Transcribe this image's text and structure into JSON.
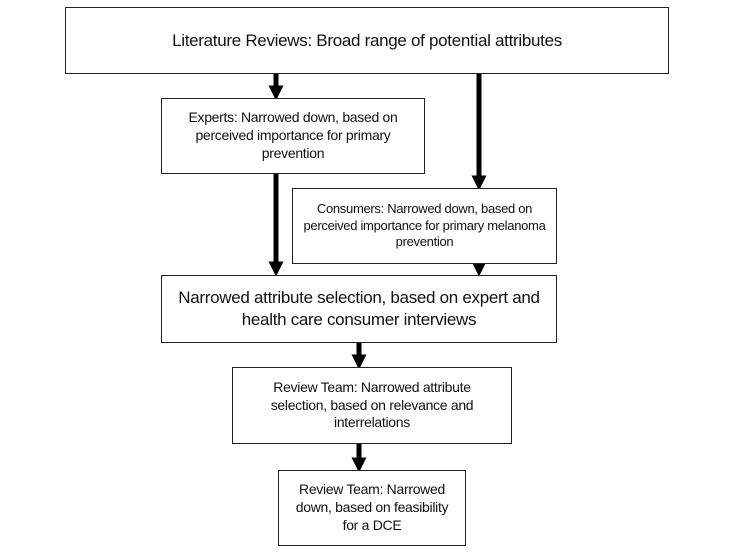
{
  "nodes": {
    "literature": {
      "text": "Literature Reviews: Broad range of potential attributes"
    },
    "experts": {
      "text": "Experts: Narrowed down, based on perceived importance for primary prevention"
    },
    "consumers": {
      "text": "Consumers: Narrowed down, based on perceived importance for primary melanoma prevention"
    },
    "narrowed": {
      "text": "Narrowed attribute selection, based on expert and health care consumer interviews"
    },
    "review1": {
      "text": "Review Team: Narrowed attribute selection, based on relevance and interrelations"
    },
    "review2": {
      "text": "Review Team: Narrowed down, based on feasibility for a DCE"
    }
  },
  "edges": [
    {
      "from": "literature",
      "to": "experts"
    },
    {
      "from": "literature",
      "to": "consumers"
    },
    {
      "from": "experts",
      "to": "narrowed"
    },
    {
      "from": "consumers",
      "to": "narrowed"
    },
    {
      "from": "narrowed",
      "to": "review1"
    },
    {
      "from": "review1",
      "to": "review2"
    }
  ]
}
